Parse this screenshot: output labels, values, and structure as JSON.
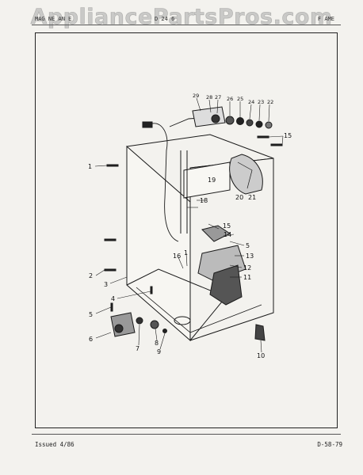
{
  "watermark": "AppliancePartsPros.com",
  "header": {
    "left": "MAG NE AN E",
    "middle": "D 24 6",
    "right": "F AME"
  },
  "footer": {
    "issued": "Issued 4/86",
    "page_code": "D-58-79"
  },
  "callouts": {
    "c1a": "1",
    "c1b": "1",
    "c2": "2",
    "c3": "3",
    "c4": "4",
    "c5a": "5",
    "c5b": "5",
    "c6": "6",
    "c7": "7",
    "c8": "8",
    "c9": "9",
    "c10": "10",
    "c11": "11",
    "c12": "12",
    "c13": "13",
    "c14": "14",
    "c15a": "15",
    "c15b": "15",
    "c16": "16",
    "c18": "18",
    "c19": "19",
    "c20": "20",
    "c21": "21",
    "c22": "22",
    "c23": "23",
    "c24": "24",
    "c25": "25",
    "c26": "26",
    "c27": "27",
    "c28": "28",
    "c29": "29"
  }
}
